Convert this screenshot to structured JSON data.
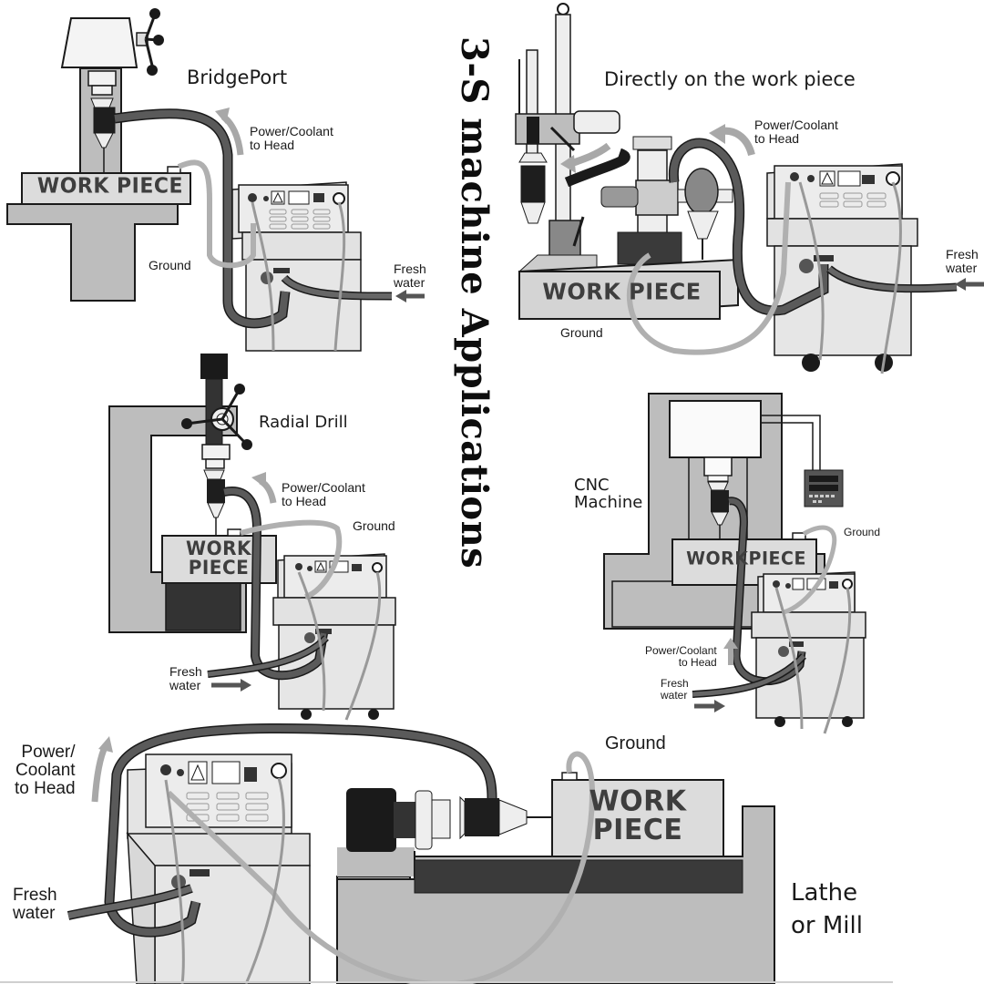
{
  "title": "3-S machine Applications",
  "colors": {
    "background": "#ffffff",
    "machine_gray": "#bdbdbd",
    "unit_body": "#e6e6e6",
    "hose_dark": "#555555",
    "hose_light": "#b0b0b0",
    "outline": "#1a1a1a",
    "text": "#1a1a1a",
    "workpiece_text": "#3e3e3e"
  },
  "panels": [
    {
      "id": "bridgeport",
      "title": "BridgePort",
      "workpiece_label": "WORK PIECE",
      "labels": {
        "power": "Power/Coolant\nto Head",
        "power_line1": "Power/Coolant",
        "power_line2": "to Head",
        "ground": "Ground",
        "fresh_line1": "Fresh",
        "fresh_line2": "water"
      },
      "icons": [
        "mill-head-icon",
        "handwheel-icon",
        "coolant-unit-icon",
        "arrow-up-icon",
        "arrow-left-icon"
      ]
    },
    {
      "id": "directly-on-workpiece",
      "title": "Directly on the work piece",
      "workpiece_label": "WORK PIECE",
      "labels": {
        "power_line1": "Power/Coolant",
        "power_line2": "to Head",
        "ground": "Ground",
        "fresh_line1": "Fresh",
        "fresh_line2": "water"
      },
      "icons": [
        "magnetic-drill-stand-icon",
        "tapping-arm-icon",
        "coolant-unit-icon",
        "arrow-curved-icon",
        "arrow-left-icon"
      ]
    },
    {
      "id": "radial-drill",
      "title": "Radial Drill",
      "workpiece_label_line1": "WORK",
      "workpiece_label_line2": "PIECE",
      "labels": {
        "power_line1": "Power/Coolant",
        "power_line2": "to Head",
        "ground": "Ground",
        "fresh_line1": "Fresh",
        "fresh_line2": "water"
      },
      "icons": [
        "drill-column-icon",
        "handwheel-icon",
        "coolant-unit-icon",
        "arrow-up-icon",
        "arrow-right-icon"
      ]
    },
    {
      "id": "cnc-machine",
      "title_line1": "CNC",
      "title_line2": "Machine",
      "workpiece_label": "WORKPIECE",
      "labels": {
        "power_line1": "Power/Coolant",
        "power_line2": "to Head",
        "ground": "Ground",
        "fresh_line1": "Fresh",
        "fresh_line2": "water"
      },
      "icons": [
        "cnc-head-icon",
        "control-panel-icon",
        "coolant-unit-icon",
        "arrow-up-icon",
        "arrow-right-icon"
      ]
    },
    {
      "id": "lathe-or-mill",
      "title_line1": "Lathe",
      "title_line2": "or Mill",
      "workpiece_label_line1": "WORK",
      "workpiece_label_line2": "PIECE",
      "labels": {
        "power_line1": "Power/",
        "power_line2": "Coolant",
        "power_line3": "to Head",
        "ground": "Ground",
        "fresh_line1": "Fresh",
        "fresh_line2": "water"
      },
      "icons": [
        "chuck-icon",
        "coolant-unit-icon",
        "arrow-up-icon"
      ]
    }
  ]
}
